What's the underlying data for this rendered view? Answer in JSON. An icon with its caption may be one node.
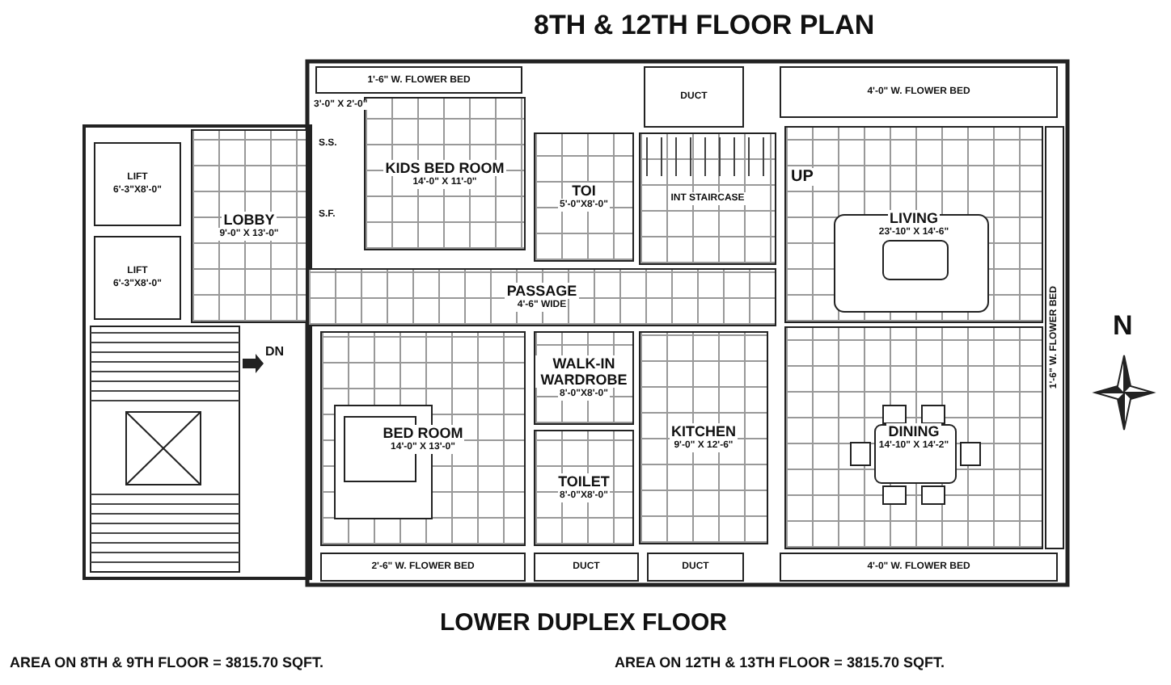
{
  "diagram": {
    "title": "8TH & 12TH FLOOR PLAN",
    "caption": "LOWER DUPLEX FLOOR",
    "nodes": [
      {
        "text": [
          "LIFT",
          "6'-3\"X8'-0\""
        ]
      },
      {
        "text": [
          "LIFT",
          "6'-3\"X8'-0\""
        ]
      },
      {
        "text": [
          "LOBBY",
          "9'-0\" X 13'-0\""
        ]
      },
      {
        "text": [
          "1'-6\" W. FLOWER BED"
        ]
      },
      {
        "text": [
          "KIDS BED ROOM",
          "14'-0\" X 11'-0\""
        ]
      },
      {
        "text": [
          "DUCT"
        ]
      },
      {
        "text": [
          "4'-0\" W. FLOWER BED"
        ]
      },
      {
        "text": [
          "TOI",
          "5'-0\"X8'-0\""
        ]
      },
      {
        "text": [
          "INT STAIRCASE"
        ]
      },
      {
        "text": [
          "LIVING",
          "23'-10\" X 14'-6\""
        ]
      },
      {
        "text": [
          "PASSAGE",
          "4'-6\" WIDE"
        ]
      },
      {
        "text": [
          "1'-6\" W. FLOWER BED"
        ]
      },
      {
        "text": [
          "BED ROOM",
          "14'-0\" X 13'-0\""
        ]
      },
      {
        "text": [
          "WALK-IN WARDROBE",
          "8'-0\"X8'-0\""
        ]
      },
      {
        "text": [
          "KITCHEN",
          "9'-0\" X 12'-6\""
        ]
      },
      {
        "text": [
          "DINING",
          "14'-10\" X 14'-2\""
        ]
      },
      {
        "text": [
          "TOILET",
          "8'-0\"X8'-0\""
        ]
      },
      {
        "text": [
          "2'-6\" W. FLOWER BED"
        ]
      },
      {
        "text": [
          "DUCT"
        ]
      },
      {
        "text": [
          "DUCT"
        ]
      },
      {
        "text": [
          "4'-0\" W. FLOWER BED"
        ]
      }
    ],
    "edges": [],
    "labels": [
      "3'-0\" X 2'-0\"",
      "S.S.",
      "S.F.",
      "UP",
      "DN",
      "N",
      "AREA ON 8TH & 9TH FLOOR =  3815.70 SQFT.",
      "AREA ON 12TH & 13TH FLOOR =  3815.70 SQFT."
    ]
  }
}
